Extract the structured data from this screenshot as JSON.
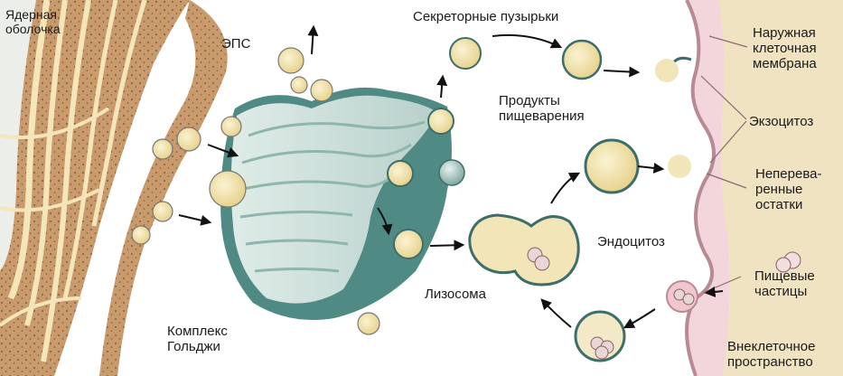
{
  "labels": {
    "nuclear_envelope": [
      "Ядерная",
      "оболочка"
    ],
    "er": "ЭПС",
    "secretory_vesicles": "Секреторные пузырьки",
    "outer_membrane": [
      "Наружная",
      "клеточная",
      "мембрана"
    ],
    "digestion_products": [
      "Продукты",
      "пищеварения"
    ],
    "exocytosis": "Экзоцитоз",
    "undigested_remains": [
      "Неперева-",
      "ренные",
      "остатки"
    ],
    "endocytosis": "Эндоцитоз",
    "food_particles": [
      "Пищевые",
      "частицы"
    ],
    "lysosome": "Лизосома",
    "golgi_complex": [
      "Комплекс",
      "Гольджи"
    ],
    "extracellular_space": [
      "Внеклеточное",
      "пространство"
    ]
  },
  "colors": {
    "golgi": "#cfe0dc",
    "golgi_dark": "#4f8a84",
    "vesicle_fill": "#f2e6b8",
    "membrane": "#f3d6dc",
    "er": "#c89a6c",
    "nucleus": "#eceee9"
  }
}
